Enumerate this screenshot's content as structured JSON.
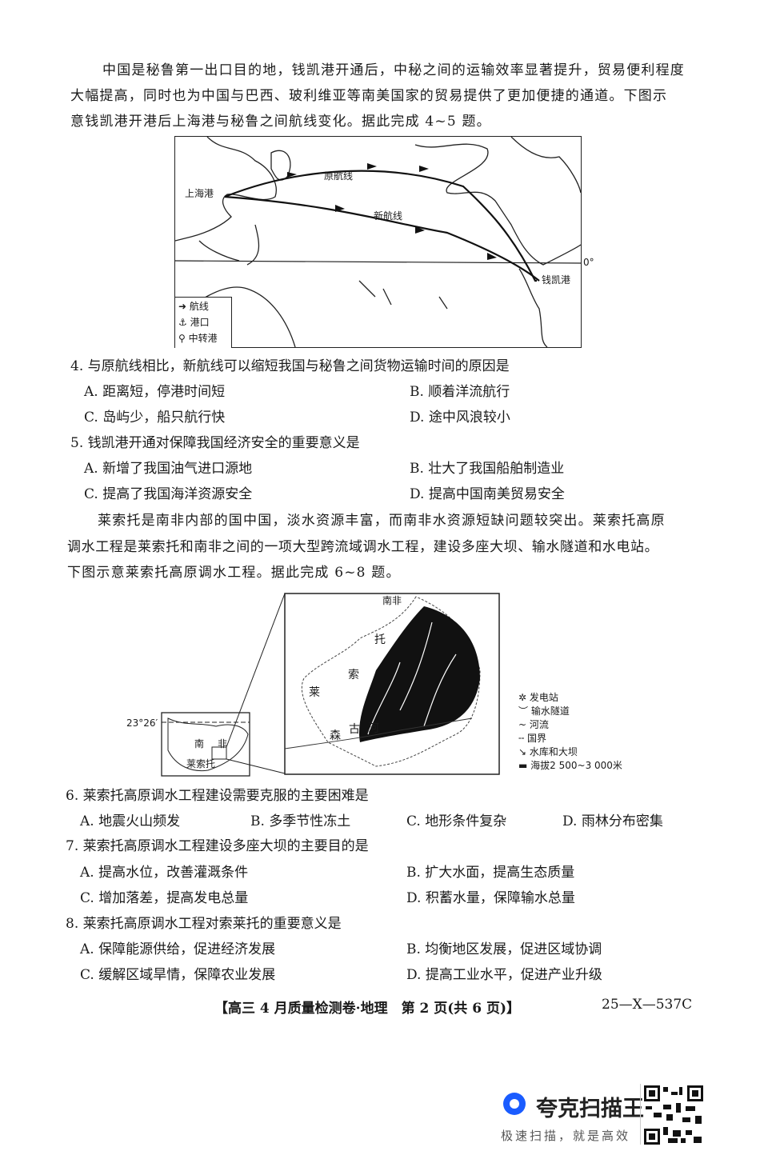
{
  "passage1": {
    "lines": [
      "中国是秘鲁第一出口目的地，钱凯港开通后，中秘之间的运输效率显著提升，贸易便利程度",
      "大幅提高，同时也为中国与巴西、玻利维亚等南美国家的贸易提供了更加便捷的通道。下图示",
      "意钱凯港开港后上海港与秘鲁之间航线变化。据此完成 4~5 题。"
    ]
  },
  "map1": {
    "labels": {
      "shanghai": "上海港",
      "old_route": "原航线",
      "new_route": "新航线",
      "chancay": "钱凯港",
      "equator": "0°"
    },
    "legend": [
      "航线",
      "港口",
      "中转港"
    ]
  },
  "questions": [
    {
      "stem": "4. 与原航线相比，新航线可以缩短我国与秘鲁之间货物运输时间的原因是",
      "options": [
        "A. 距离短，停港时间短",
        "B. 顺着洋流航行",
        "C. 岛屿少，船只航行快",
        "D. 途中风浪较小"
      ]
    },
    {
      "stem": "5. 钱凯港开通对保障我国经济安全的重要意义是",
      "options": [
        "A. 新增了我国油气进口源地",
        "B. 壮大了我国船舶制造业",
        "C. 提高了我国海洋资源安全",
        "D. 提高中国南美贸易安全"
      ]
    }
  ],
  "passage2": {
    "lines": [
      "莱索托是南非内部的国中国，淡水资源丰富，而南非水资源短缺问题较突出。莱索托高原",
      "调水工程是莱索托和南非之间的一项大型跨流域调水工程，建设多座大坝、输水隧道和水电站。",
      "下图示意莱索托高原调水工程。据此完成 6~8 题。"
    ]
  },
  "map2": {
    "inset_labels": {
      "latitude": "23°26′",
      "south": "南",
      "africa": "非",
      "lesotho": "莱索托"
    },
    "main_labels": {
      "south_africa": "南非",
      "tuo": "托",
      "suo": "索",
      "lai": "莱",
      "sen": "森",
      "gu": "古",
      "he": "河"
    },
    "legend": [
      "发电站",
      "输水隧道",
      "河流",
      "国界",
      "水库和大坝",
      "海拔2 500~3 000米"
    ]
  },
  "questions2": [
    {
      "stem": "6. 莱索托高原调水工程建设需要克服的主要困难是",
      "options": [
        "A. 地震火山频发",
        "B. 多季节性冻土",
        "C. 地形条件复杂",
        "D. 雨林分布密集"
      ]
    },
    {
      "stem": "7. 莱索托高原调水工程建设多座大坝的主要目的是",
      "options": [
        "A. 提高水位，改善灌溉条件",
        "B. 扩大水面，提高生态质量",
        "C. 增加落差，提高发电总量",
        "D. 积蓄水量，保障输水总量"
      ]
    },
    {
      "stem": "8. 莱索托高原调水工程对索莱托的重要意义是",
      "options": [
        "A. 保障能源供给，促进经济发展",
        "B. 均衡地区发展，促进区域协调",
        "C. 缓解区域旱情，保障农业发展",
        "D. 提高工业水平，促进产业升级"
      ]
    }
  ],
  "footer": {
    "title": "【高三 4 月质量检测卷·地理　第 2 页(共 6 页)】",
    "code": "25—X—537C"
  },
  "watermark": {
    "brand": "夸克扫描王",
    "slogan": "极速扫描，就是高效",
    "brand_color": "#1a5cff"
  }
}
